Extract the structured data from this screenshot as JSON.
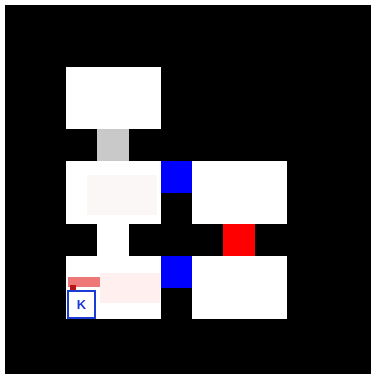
{
  "game": {
    "key_label": "K",
    "colors": {
      "background": "#000000",
      "room": "#ffffff",
      "corridor_explored": "#c9c9c9",
      "locked_door": "#0000ff",
      "special_door": "#ff0000",
      "key_marker": "#1b3bd6",
      "trail": "#e84a4a"
    },
    "rooms": [
      {
        "id": "room-top",
        "icon": "room"
      },
      {
        "id": "room-middle-left",
        "icon": "room"
      },
      {
        "id": "room-middle-right",
        "icon": "room"
      },
      {
        "id": "room-bottom-left",
        "icon": "room"
      },
      {
        "id": "room-bottom-right",
        "icon": "room"
      }
    ],
    "doors": [
      {
        "id": "door-blue-upper",
        "color": "blue"
      },
      {
        "id": "door-blue-lower",
        "color": "blue"
      },
      {
        "id": "door-red",
        "color": "red"
      }
    ]
  }
}
